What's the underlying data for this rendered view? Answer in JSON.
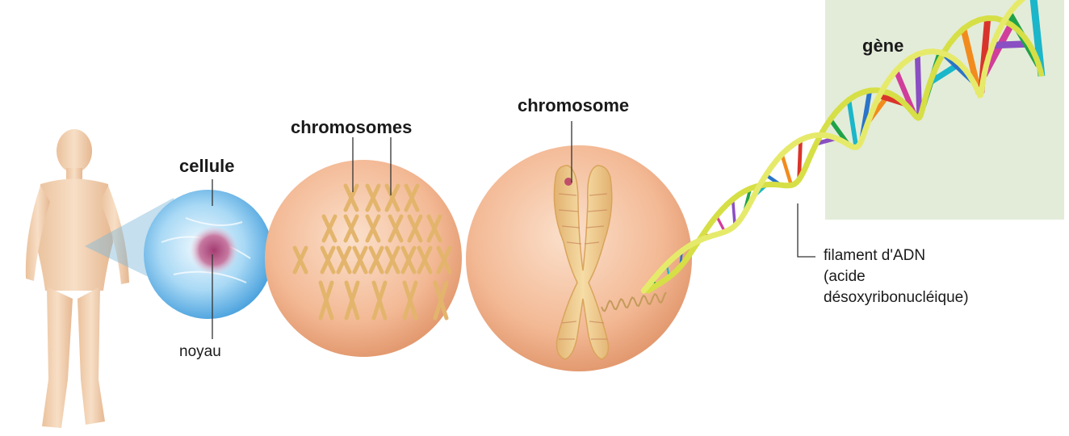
{
  "labels": {
    "cellule": "cellule",
    "noyau": "noyau",
    "chromosomes": "chromosomes",
    "chromosome": "chromosome",
    "gene": "gène",
    "adn_line1": "filament d'ADN",
    "adn_line2": "(acide",
    "adn_line3": "désoxyribonucléique)"
  },
  "colors": {
    "gene_box": "#e3ecd9",
    "sphere_fill": "#f3b995",
    "cell_blue": "#6fb8e6",
    "nucleus": "#b85a86",
    "chromosome_fill": "#eec888",
    "backbone": "#d7e050",
    "body_skin": "#f0c9a2"
  }
}
